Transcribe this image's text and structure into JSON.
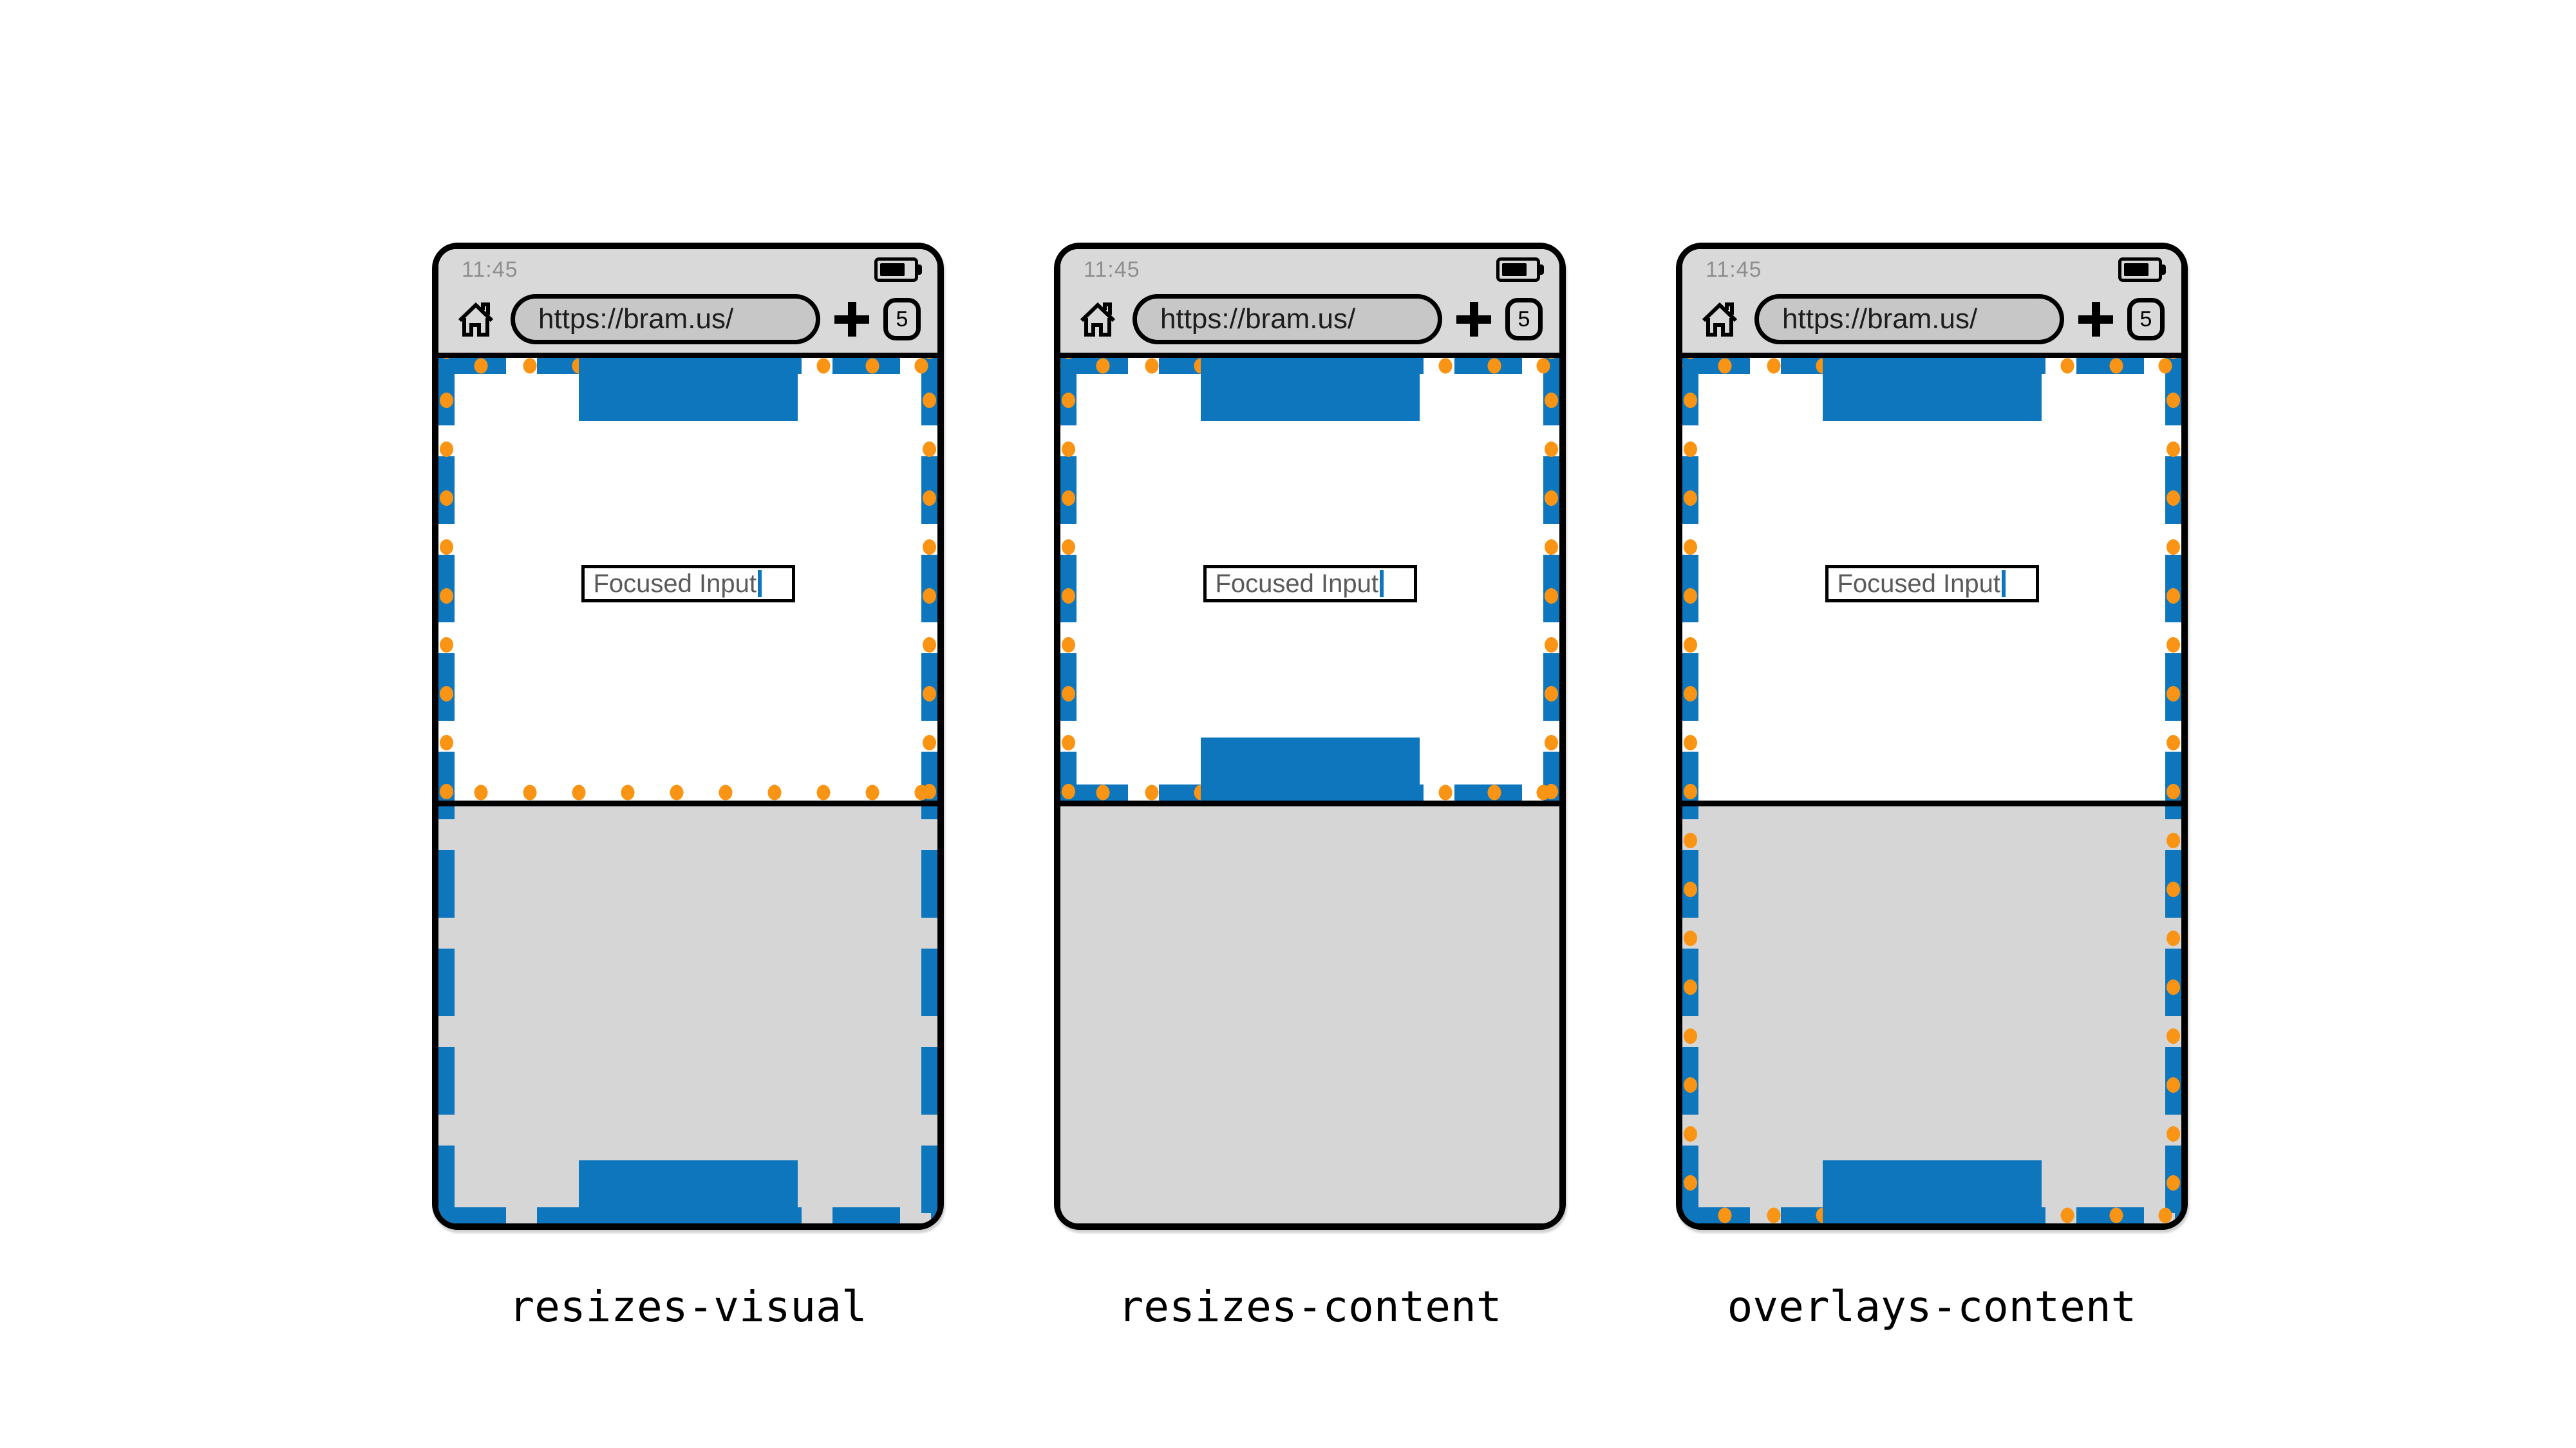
{
  "colors": {
    "layout_viewport_blue": "#0e76bc",
    "visual_viewport_orange": "#fa9414",
    "chrome_gray": "#d9d9d9",
    "url_pill_gray": "#c7c7c7",
    "keyboard_gray": "#d6d6d6"
  },
  "icons": {
    "home": "home-icon",
    "battery": "battery-full-icon",
    "new_tab": "plus-icon"
  },
  "phones": [
    {
      "caption": "resizes-visual",
      "status": {
        "time": "11:45"
      },
      "toolbar": {
        "url": "https://bram.us/",
        "tab_count": "5"
      },
      "content": {
        "input_value": "Focused Input"
      }
    },
    {
      "caption": "resizes-content",
      "status": {
        "time": "11:45"
      },
      "toolbar": {
        "url": "https://bram.us/",
        "tab_count": "5"
      },
      "content": {
        "input_value": "Focused Input"
      }
    },
    {
      "caption": "overlays-content",
      "status": {
        "time": "11:45"
      },
      "toolbar": {
        "url": "https://bram.us/",
        "tab_count": "5"
      },
      "content": {
        "input_value": "Focused Input"
      }
    }
  ]
}
